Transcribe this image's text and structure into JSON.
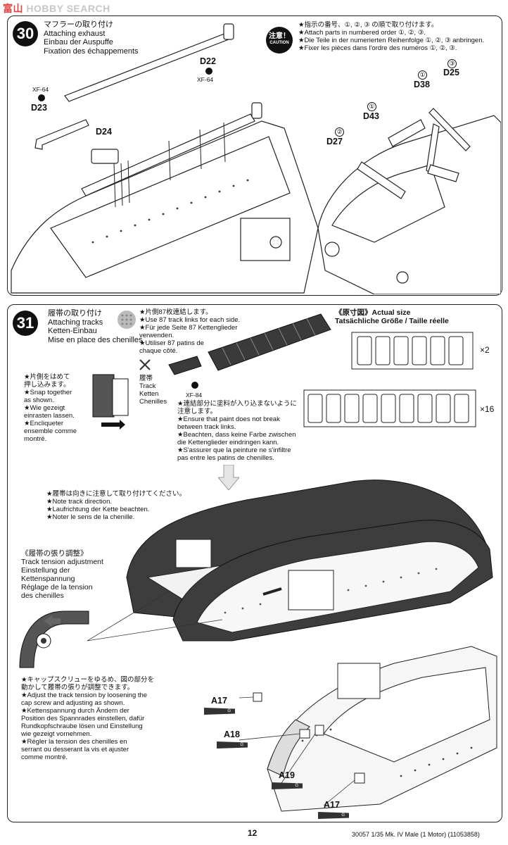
{
  "watermark": {
    "zh": "富山",
    "en": "HOBBY SEARCH"
  },
  "step30": {
    "number": "30",
    "title_ja": "マフラーの取り付け",
    "title_en": "Attaching exhaust",
    "title_de": "Einbau der Auspuffe",
    "title_fr": "Fixation des échappements",
    "caution": {
      "ja": "注意！",
      "en": "CAUTION"
    },
    "order_notes": [
      "★指示の番号、①, ②, ③ の順で取り付けます。",
      "★Attach parts in numbered order ①, ②, ③.",
      "★Die Teile in der numerierten Reihenfolge ①, ②, ③ anbringen.",
      "★Fixer les pièces dans l'ordre des numéros ①, ②, ③."
    ],
    "parts": {
      "d22": "D22",
      "d22_paint": "XF-64",
      "d23": "D23",
      "d23_paint": "XF-64",
      "d24": "D24",
      "d25": "D25",
      "d25_num": "③",
      "d38": "D38",
      "d38_num": "①",
      "d43": "D43",
      "d43_num": "①",
      "d27": "D27",
      "d27_num": "②"
    }
  },
  "step31": {
    "number": "31",
    "title_ja": "履帯の取り付け",
    "title_en": "Attaching tracks",
    "title_de": "Ketten-Einbau",
    "title_fr": "Mise en place des chenilles",
    "track_count_notes": [
      "★片側87枚連結します。",
      "★Use 87 track links for each side.",
      "★Für jede Seite 87 Kettenglieder",
      "verwenden.",
      "★Utiliser 87 patins de",
      "chaque côté."
    ],
    "snap_notes": [
      "★片側をはめて",
      "押し込みます。",
      "★Snap together",
      "as shown.",
      "★Wie gezeigt",
      "einrasten lassen.",
      "★Encliqueter",
      "ensemble comme",
      "montré."
    ],
    "track_label": [
      "履帯",
      "Track",
      "Ketten",
      "Chenilles"
    ],
    "track_paint": "XF-84",
    "paint_notes": [
      "★連結部分に塗料が入り込まないように",
      "注意します。",
      "★Ensure that paint does not break",
      "between track links.",
      "★Beachten, dass keine Farbe zwischen",
      "die Kettenglieder eindringen kann.",
      "★S'assurer que la peinture ne s'infiltre",
      "pas entre les patins de chenilles."
    ],
    "actual_size": {
      "title_1": "《原寸図》Actual size",
      "title_2": "Tatsächliche Größe / Taille réelle",
      "mult_1": "×2",
      "mult_2": "×16"
    },
    "direction_notes": [
      "★履帯は向きに注意して取り付けてください。",
      "★Note track direction.",
      "★Laufrichtung der Kette beachten.",
      "★Noter le sens de la chenille."
    ],
    "tension_title": [
      "《履帯の張り調整》",
      "Track tension adjustment",
      "Einstellung der",
      "Kettenspannung",
      "Réglage de la tension",
      "des chenilles"
    ],
    "tension_notes": [
      "★キャップスクリューをゆるめ、図の部分を",
      "動かして履帯の張りが調整できます。",
      "★Adjust the track tension by loosening the",
      "cap screw and adjusting as shown.",
      "★Kettenspannung durch Ändern der",
      "Position des Spannrades einstellen, dafür",
      "Rundkopfschraube lösen und Einstellung",
      "wie gezeigt vornehmen.",
      "★Régler la tension des chenilles en",
      "serrant ou desserant la vis et ajuster",
      "comme montré."
    ],
    "parts": {
      "a17_top": "A17",
      "a18": "A18",
      "a19": "A19",
      "a17_bottom": "A17",
      "chip_letter": "G"
    }
  },
  "footer": {
    "page": "12",
    "code": "30057  1/35 Mk. IV Male (1 Motor) (11053858)"
  }
}
